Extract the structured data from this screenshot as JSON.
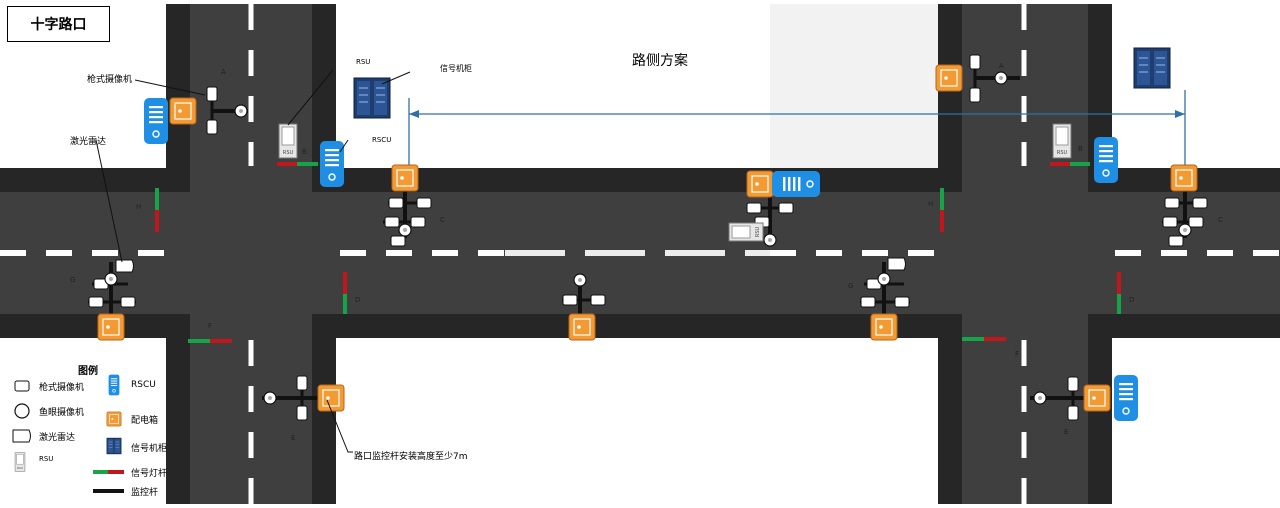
{
  "title": "十字路口",
  "center_caption": "路侧方案",
  "callouts": {
    "gun_camera": "枪式摄像机",
    "rsu": "RSU",
    "signal_cabinet": "信号机柜",
    "rscu": "RSCU",
    "lidar": "激光雷达",
    "pole_note": "路口监控杆安装高度至少7m"
  },
  "directions": [
    "A",
    "B",
    "C",
    "D",
    "E",
    "F",
    "G",
    "H"
  ],
  "legend": {
    "title": "图例",
    "items": [
      {
        "label": "枪式摄像机"
      },
      {
        "label": "RSCU"
      },
      {
        "label": "鱼眼摄像机"
      },
      {
        "label": "配电箱"
      },
      {
        "label": "激光雷达"
      },
      {
        "label": "信号机柜"
      },
      {
        "label": "RSU"
      },
      {
        "label": "信号灯杆"
      },
      {
        "label": "监控杆"
      }
    ]
  },
  "colors": {
    "road": "#3f3f3f",
    "road_edge": "#262626",
    "lane_mark": "#ffffff",
    "power_box": "#f39a32",
    "rscu": "#1f8fe5",
    "cabinet": "#1f3d6e",
    "signal_green": "#16a34a",
    "signal_red": "#c0161c",
    "dimension_line": "#2f6fa7"
  }
}
